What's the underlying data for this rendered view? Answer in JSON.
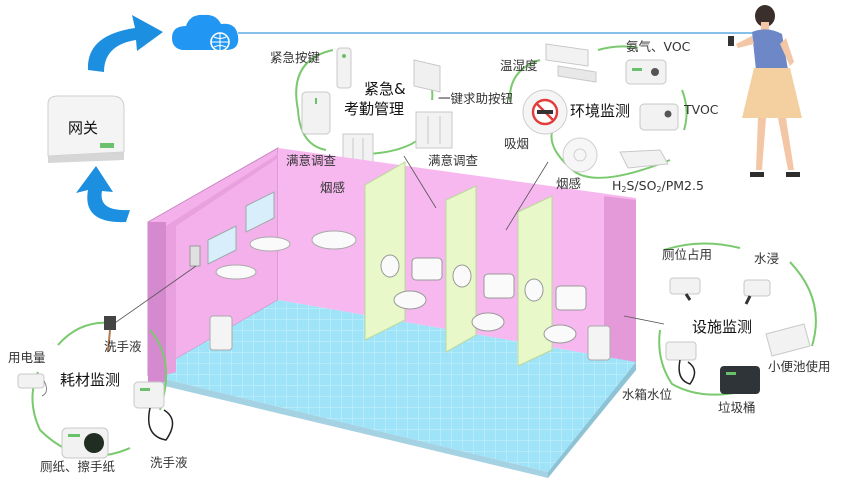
{
  "gateway": {
    "label": "网关"
  },
  "emergency": {
    "title_line1": "紧急&",
    "title_line2": "考勤管理",
    "emergency_button": "紧急按键",
    "help_button": "一键求助按钮",
    "satisfaction_left": "满意调查",
    "satisfaction_right": "满意调查"
  },
  "environment": {
    "title": "环境监测",
    "humidity": "温湿度",
    "ammonia_voc": "氨气、VOC",
    "tvoc": "TVOC",
    "smoking": "吸烟",
    "smoke": "烟感",
    "gases_h": "H",
    "gases_2a": "2",
    "gases_mid": "S/SO",
    "gases_2b": "2",
    "gases_end": "/PM2.5"
  },
  "room": {
    "smoke_label": "烟感"
  },
  "consumables": {
    "title": "耗材监测",
    "power": "用电量",
    "soap_top": "洗手液",
    "soap_bottom": "洗手液",
    "paper": "厕纸、擦手纸"
  },
  "facilities": {
    "title": "设施监测",
    "occupancy": "厕位占用",
    "flood": "水浸",
    "urinal": "小便池使用",
    "tank": "水箱水位",
    "trash": "垃圾桶"
  },
  "colors": {
    "wall_pink": "#f6b3ec",
    "floor_blue": "#9ee0f7",
    "partition_green": "#e8f8c8",
    "arrow_blue": "#1d8fe0",
    "ring_green": "#7bc96f",
    "cloud_blue": "#2196f3"
  }
}
